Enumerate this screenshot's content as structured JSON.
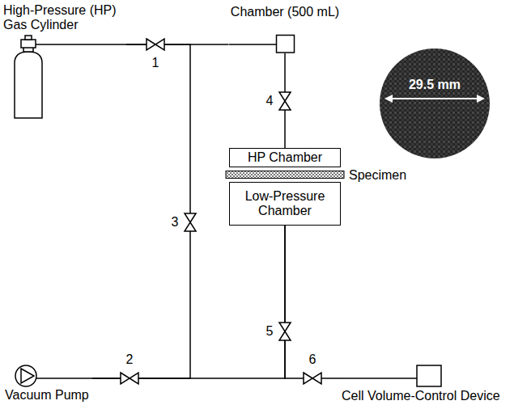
{
  "diagram": {
    "nodes": [
      {
        "text": [
          "High-Pressure (HP) Gas Cylinder"
        ]
      },
      {
        "text": [
          "Chamber (500 mL)"
        ]
      },
      {
        "text": [
          "29.5 mm"
        ]
      },
      {
        "text": [
          "HP Chamber"
        ]
      },
      {
        "text": [
          "Specimen"
        ]
      },
      {
        "text": [
          "Low-Pressure Chamber"
        ]
      },
      {
        "text": [
          "Vacuum Pump"
        ]
      },
      {
        "text": [
          "Cell Volume-Control Device"
        ]
      }
    ],
    "edges": [
      {
        "from": 0,
        "to": 1,
        "arrow": "none"
      },
      {
        "from": 1,
        "to": 3,
        "arrow": "none"
      },
      {
        "from": 0,
        "to": 6,
        "arrow": "none"
      },
      {
        "from": 6,
        "to": 5,
        "arrow": "none"
      },
      {
        "from": 5,
        "to": 7,
        "arrow": "none"
      }
    ],
    "labels": [
      "1",
      "2",
      "3",
      "4",
      "5",
      "6"
    ]
  }
}
